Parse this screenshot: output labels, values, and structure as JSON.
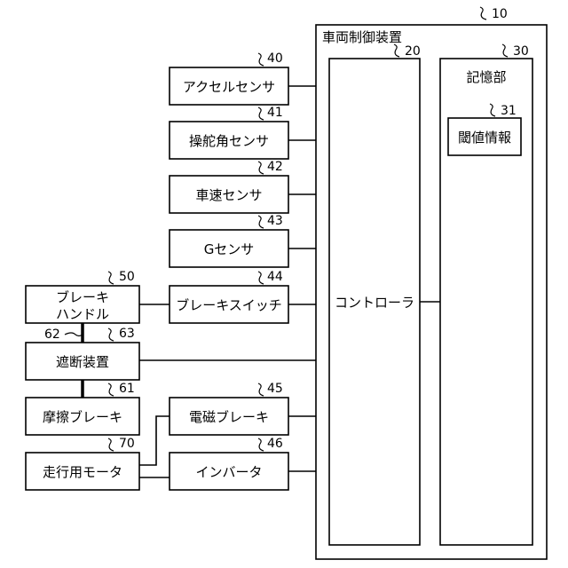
{
  "vehicle_control_device": {
    "label": "車両制御装置",
    "ref": "10"
  },
  "controller": {
    "label": "コントローラ",
    "ref": "20"
  },
  "storage": {
    "label": "記憶部",
    "ref": "30"
  },
  "threshold_info": {
    "label": "閾値情報",
    "ref": "31"
  },
  "accel_sensor": {
    "label": "アクセルセンサ",
    "ref": "40"
  },
  "steering_angle_sensor": {
    "label": "操舵角センサ",
    "ref": "41"
  },
  "vehicle_speed_sensor": {
    "label": "車速センサ",
    "ref": "42"
  },
  "g_sensor": {
    "label": "Gセンサ",
    "ref": "43"
  },
  "brake_switch": {
    "label": "ブレーキスイッチ",
    "ref": "44"
  },
  "electromagnetic_brake": {
    "label": "電磁ブレーキ",
    "ref": "45"
  },
  "inverter": {
    "label": "インバータ",
    "ref": "46"
  },
  "brake_handle": {
    "label_line1": "ブレーキ",
    "label_line2": "ハンドル",
    "ref": "50"
  },
  "friction_brake": {
    "label": "摩擦ブレーキ",
    "ref": "61"
  },
  "wire_ref": "62",
  "cutoff_device": {
    "label": "遮断装置",
    "ref": "63"
  },
  "travel_motor": {
    "label": "走行用モータ",
    "ref": "70"
  }
}
